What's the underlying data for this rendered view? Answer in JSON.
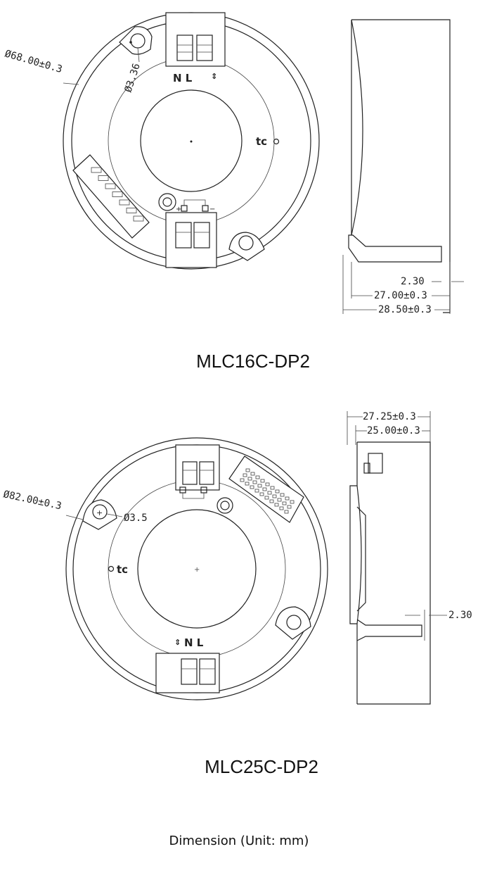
{
  "drawing_1": {
    "model": "MLC16C-DP2",
    "dim_diameter": "Ø68.00±0.3",
    "dim_hole": "Ø3.36",
    "dim_flange": "2.30",
    "dim_body": "27.00±0.3",
    "dim_total": "28.50±0.3",
    "terminal_marking": "N L",
    "tc_label": "tc"
  },
  "drawing_2": {
    "model": "MLC25C-DP2",
    "dim_diameter": "Ø82.00±0.3",
    "dim_hole": "Ø3.5",
    "dim_flange": "2.30",
    "dim_body": "25.00±0.3",
    "dim_total": "27.25±0.3",
    "terminal_marking": "N L",
    "tc_label": "tc"
  },
  "caption": "Dimension (Unit:  mm)"
}
